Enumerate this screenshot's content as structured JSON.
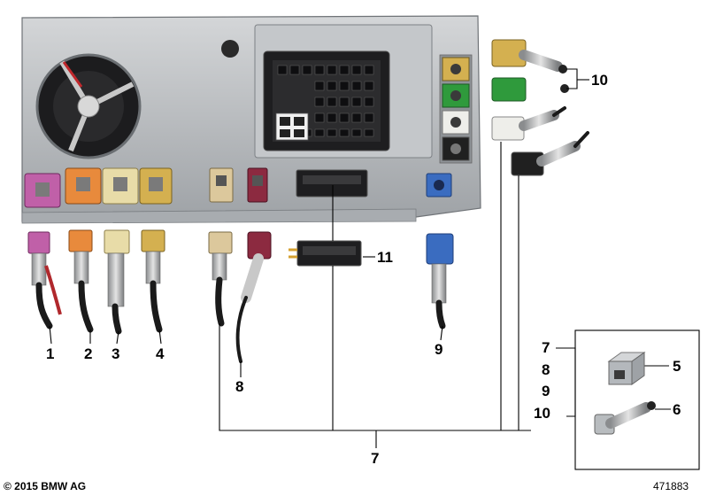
{
  "callouts": {
    "c1": "1",
    "c2": "2",
    "c3": "3",
    "c4": "4",
    "c5": "5",
    "c6": "6",
    "c7": "7",
    "c8": "8",
    "c9": "9",
    "c10": "10",
    "c11": "11"
  },
  "inset_labels": [
    "7",
    "8",
    "9",
    "10"
  ],
  "footer": {
    "copyright": "© 2015 BMW AG",
    "diagram_number": "471883"
  },
  "colors": {
    "housing": "#b8bcbf",
    "violet": "#c060a8",
    "orange": "#e88a3c",
    "cream": "#e8dca8",
    "ochre": "#d4b050",
    "beige": "#dcc89c",
    "bordeaux": "#8c2a40",
    "blue": "#3a6cc0",
    "green": "#2f9a3c",
    "white": "#eeeeea",
    "black": "#202020"
  }
}
